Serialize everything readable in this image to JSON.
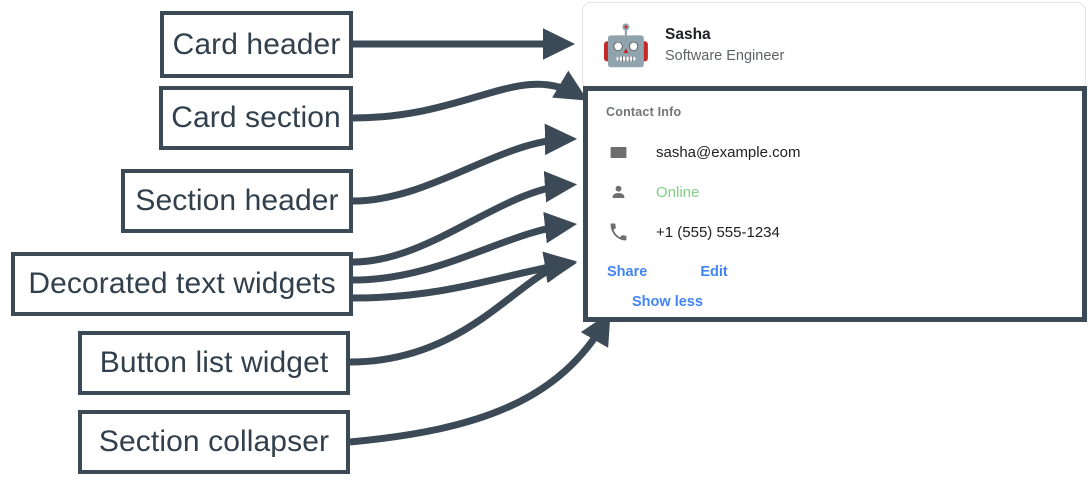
{
  "annotations": [
    {
      "id": "card-header",
      "label": "Card header"
    },
    {
      "id": "card-section",
      "label": "Card section"
    },
    {
      "id": "section-header",
      "label": "Section header"
    },
    {
      "id": "decorated-text-widgets",
      "label": "Decorated text widgets"
    },
    {
      "id": "button-list-widget",
      "label": "Button list widget"
    },
    {
      "id": "section-collapser",
      "label": "Section collapser"
    }
  ],
  "card": {
    "header": {
      "avatar_icon": "robot-avatar-icon",
      "avatar_glyph": "🤖",
      "title": "Sasha",
      "subtitle": "Software Engineer"
    },
    "section": {
      "header": "Contact Info",
      "rows": [
        {
          "icon": "email-icon",
          "text": "sasha@example.com",
          "status": "default"
        },
        {
          "icon": "person-icon",
          "text": "Online",
          "status": "online"
        },
        {
          "icon": "phone-icon",
          "text": "+1 (555) 555-1234",
          "status": "default"
        }
      ],
      "buttons": [
        {
          "id": "share-button",
          "label": "Share"
        },
        {
          "id": "edit-button",
          "label": "Edit"
        }
      ],
      "collapser": {
        "id": "show-less-button",
        "label": "Show less"
      }
    }
  },
  "colors": {
    "annotation": "#3b4a56",
    "link_blue": "#4285f4",
    "status_green": "#81d186",
    "muted_grey": "#70757a",
    "icon_grey": "#6e6e6e",
    "card_border": "#e3e3e3"
  }
}
